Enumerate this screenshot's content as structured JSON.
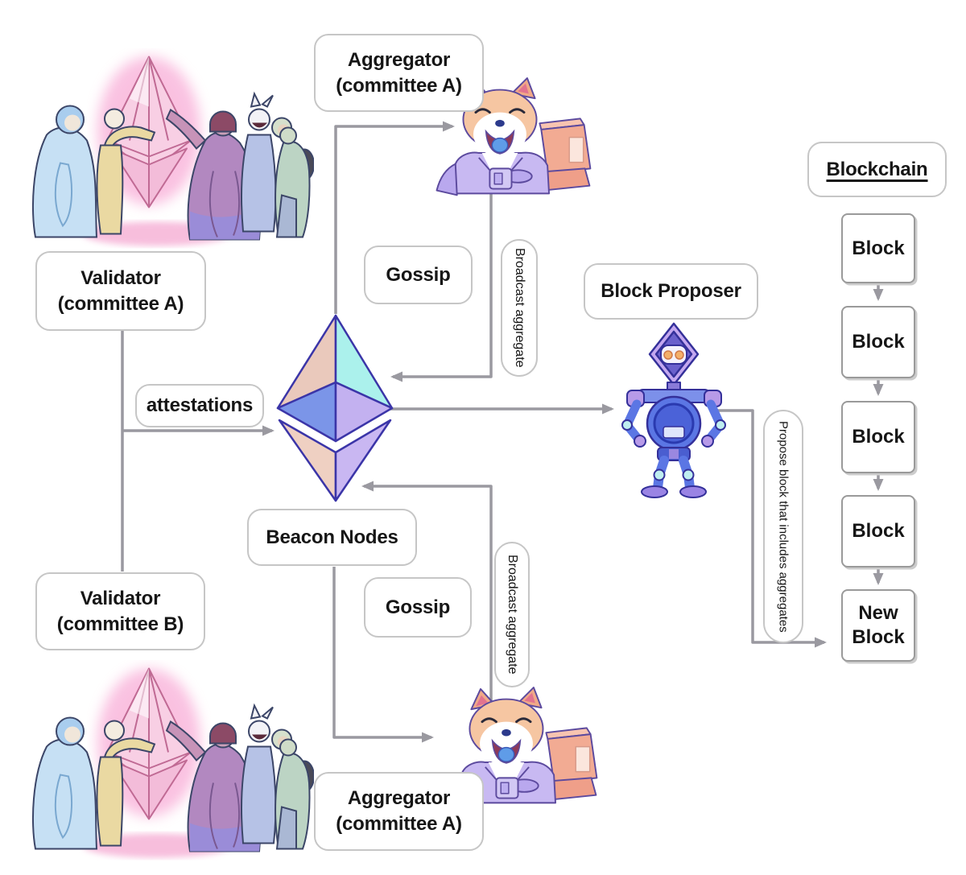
{
  "nodes": {
    "aggregator_top": "Aggregator\n(committee A)",
    "gossip_top": "Gossip",
    "broadcast_top": "Broadcast aggregate",
    "validator_a": "Validator\n(committee A)",
    "attestations": "attestations",
    "beacon_nodes": "Beacon Nodes",
    "block_proposer": "Block Proposer",
    "gossip_bottom": "Gossip",
    "broadcast_bottom": "Broadcast aggregate",
    "validator_b": "Validator\n(committee B)",
    "aggregator_bottom": "Aggregator\n(committee A)",
    "propose": "Propose block that includes aggregates"
  },
  "blockchain": {
    "title": "Blockchain",
    "blocks": [
      "Block",
      "Block",
      "Block",
      "Block"
    ],
    "new_block": "New\nBlock"
  },
  "illustrations": {
    "validator_group_a": "validator-group-around-pink-eth-crystal",
    "validator_group_b": "validator-group-around-pink-eth-crystal",
    "aggregator_doge_top": "doge-astronaut-at-computer",
    "aggregator_doge_bottom": "doge-astronaut-at-computer",
    "block_proposer_robot": "robot-standing-akimbo",
    "beacon_node_logo": "ethereum-diamond"
  },
  "colors": {
    "connector": "#9a99a0",
    "eth_peach": "#eac9bc",
    "eth_cyan": "#abf1ec",
    "eth_blue": "#7b95e8",
    "eth_purple": "#c3b1f0",
    "eth_outline": "#3b35a8",
    "crystal_pink": "#f8cde2",
    "suit_purple": "#c8b9f2",
    "computer_salmon": "#f2ab93",
    "robot_blue": "#5b76e4",
    "box_border": "#c6c6c6",
    "text": "#161616"
  }
}
